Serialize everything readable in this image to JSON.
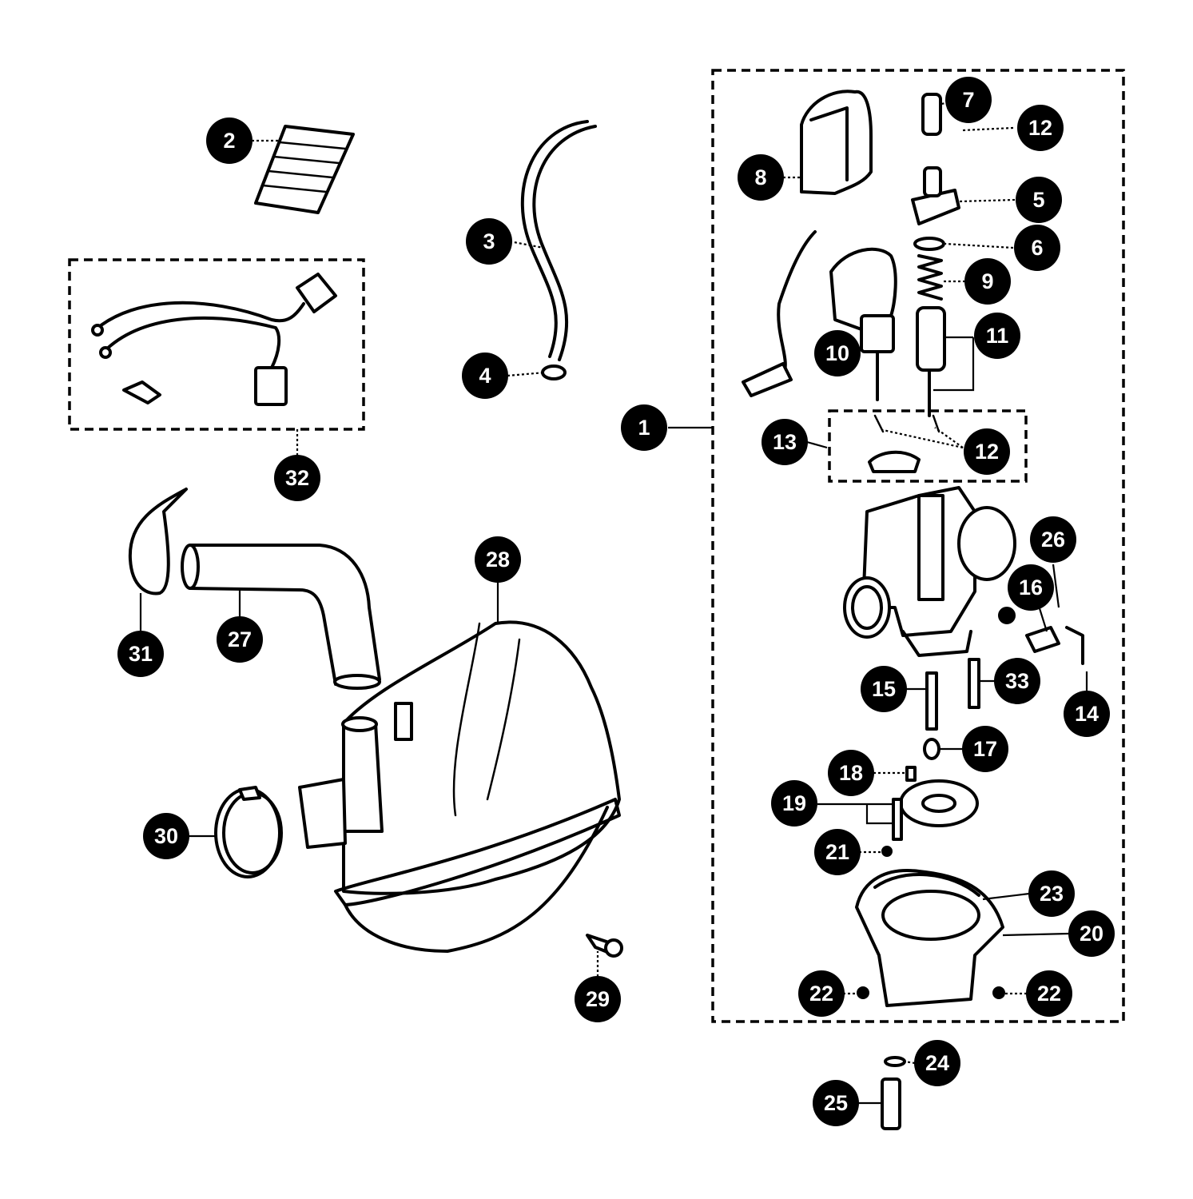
{
  "diagram": {
    "callouts": [
      {
        "id": "c1",
        "label": "1"
      },
      {
        "id": "c2",
        "label": "2"
      },
      {
        "id": "c3",
        "label": "3"
      },
      {
        "id": "c4",
        "label": "4"
      },
      {
        "id": "c5",
        "label": "5"
      },
      {
        "id": "c6",
        "label": "6"
      },
      {
        "id": "c7",
        "label": "7"
      },
      {
        "id": "c8",
        "label": "8"
      },
      {
        "id": "c9",
        "label": "9"
      },
      {
        "id": "c10",
        "label": "10"
      },
      {
        "id": "c11",
        "label": "11"
      },
      {
        "id": "c12a",
        "label": "12"
      },
      {
        "id": "c12b",
        "label": "12"
      },
      {
        "id": "c13",
        "label": "13"
      },
      {
        "id": "c14",
        "label": "14"
      },
      {
        "id": "c15",
        "label": "15"
      },
      {
        "id": "c16",
        "label": "16"
      },
      {
        "id": "c17",
        "label": "17"
      },
      {
        "id": "c18",
        "label": "18"
      },
      {
        "id": "c19",
        "label": "19"
      },
      {
        "id": "c20",
        "label": "20"
      },
      {
        "id": "c21",
        "label": "21"
      },
      {
        "id": "c22a",
        "label": "22"
      },
      {
        "id": "c22b",
        "label": "22"
      },
      {
        "id": "c23",
        "label": "23"
      },
      {
        "id": "c24",
        "label": "24"
      },
      {
        "id": "c25",
        "label": "25"
      },
      {
        "id": "c26",
        "label": "26"
      },
      {
        "id": "c27",
        "label": "27"
      },
      {
        "id": "c28",
        "label": "28"
      },
      {
        "id": "c29",
        "label": "29"
      },
      {
        "id": "c30",
        "label": "30"
      },
      {
        "id": "c31",
        "label": "31"
      },
      {
        "id": "c32",
        "label": "32"
      },
      {
        "id": "c33",
        "label": "33"
      }
    ]
  }
}
